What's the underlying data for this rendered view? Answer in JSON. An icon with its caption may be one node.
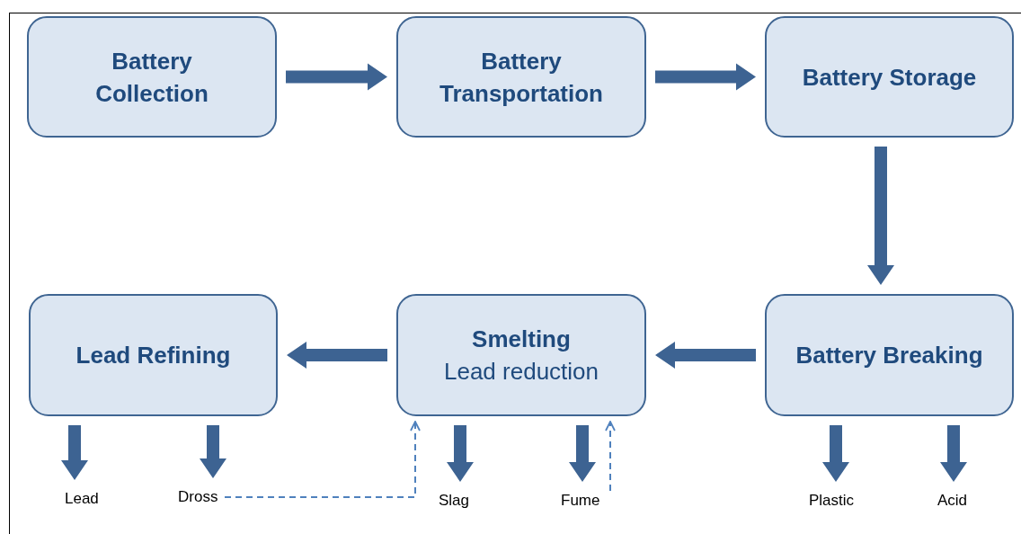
{
  "diagram": {
    "nodes": [
      {
        "text": [
          "Battery Collection"
        ]
      },
      {
        "text": [
          "Battery Transportation"
        ]
      },
      {
        "text": [
          "Battery Storage"
        ]
      },
      {
        "text": [
          "Lead Refining"
        ]
      },
      {
        "text": [
          "Smelting",
          "Lead reduction"
        ]
      },
      {
        "text": [
          "Battery Breaking"
        ]
      },
      {
        "text": [
          "Lead"
        ]
      },
      {
        "text": [
          "Dross"
        ]
      },
      {
        "text": [
          "Slag"
        ]
      },
      {
        "text": [
          "Fume"
        ]
      },
      {
        "text": [
          "Plastic"
        ]
      },
      {
        "text": [
          "Acid"
        ]
      }
    ],
    "edges": [
      {
        "from": 0,
        "to": 1,
        "arrow": "to",
        "style": "thick"
      },
      {
        "from": 1,
        "to": 2,
        "arrow": "to",
        "style": "thick"
      },
      {
        "from": 2,
        "to": 5,
        "arrow": "to",
        "style": "thick"
      },
      {
        "from": 5,
        "to": 4,
        "arrow": "to",
        "style": "thick"
      },
      {
        "from": 4,
        "to": 3,
        "arrow": "to",
        "style": "thick"
      },
      {
        "from": 3,
        "to": 6,
        "arrow": "to",
        "style": "thick"
      },
      {
        "from": 3,
        "to": 7,
        "arrow": "to",
        "style": "thick"
      },
      {
        "from": 4,
        "to": 8,
        "arrow": "to",
        "style": "thick"
      },
      {
        "from": 4,
        "to": 9,
        "arrow": "to",
        "style": "thick"
      },
      {
        "from": 5,
        "to": 10,
        "arrow": "to",
        "style": "thick"
      },
      {
        "from": 5,
        "to": 11,
        "arrow": "to",
        "style": "thick"
      },
      {
        "from": 7,
        "to": 4,
        "arrow": "to",
        "style": "dashed",
        "color": "#4f81bd"
      },
      {
        "from": 9,
        "to": 4,
        "arrow": "to",
        "style": "dashed",
        "color": "#4f81bd"
      }
    ]
  }
}
